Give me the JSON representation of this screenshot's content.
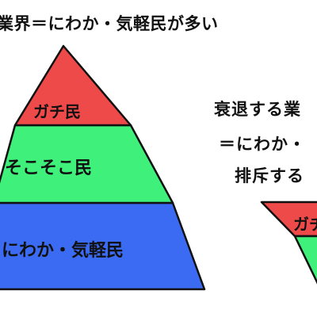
{
  "left": {
    "title": "業界＝にわか・気軽民が多い",
    "tiers": [
      {
        "label": "ガチ民",
        "color": "#ef4a4a"
      },
      {
        "label": "そこそこ民",
        "color": "#3ff07a"
      },
      {
        "label": "にわか・気軽民",
        "color": "#3b6bf2"
      }
    ]
  },
  "right": {
    "line1": "衰退する業",
    "line2": "＝にわか・",
    "line3": "排斥する",
    "tiers": [
      {
        "label": "ガチ",
        "color": "#ef4a4a"
      },
      {
        "label": "",
        "color": "#3ff07a"
      }
    ]
  }
}
